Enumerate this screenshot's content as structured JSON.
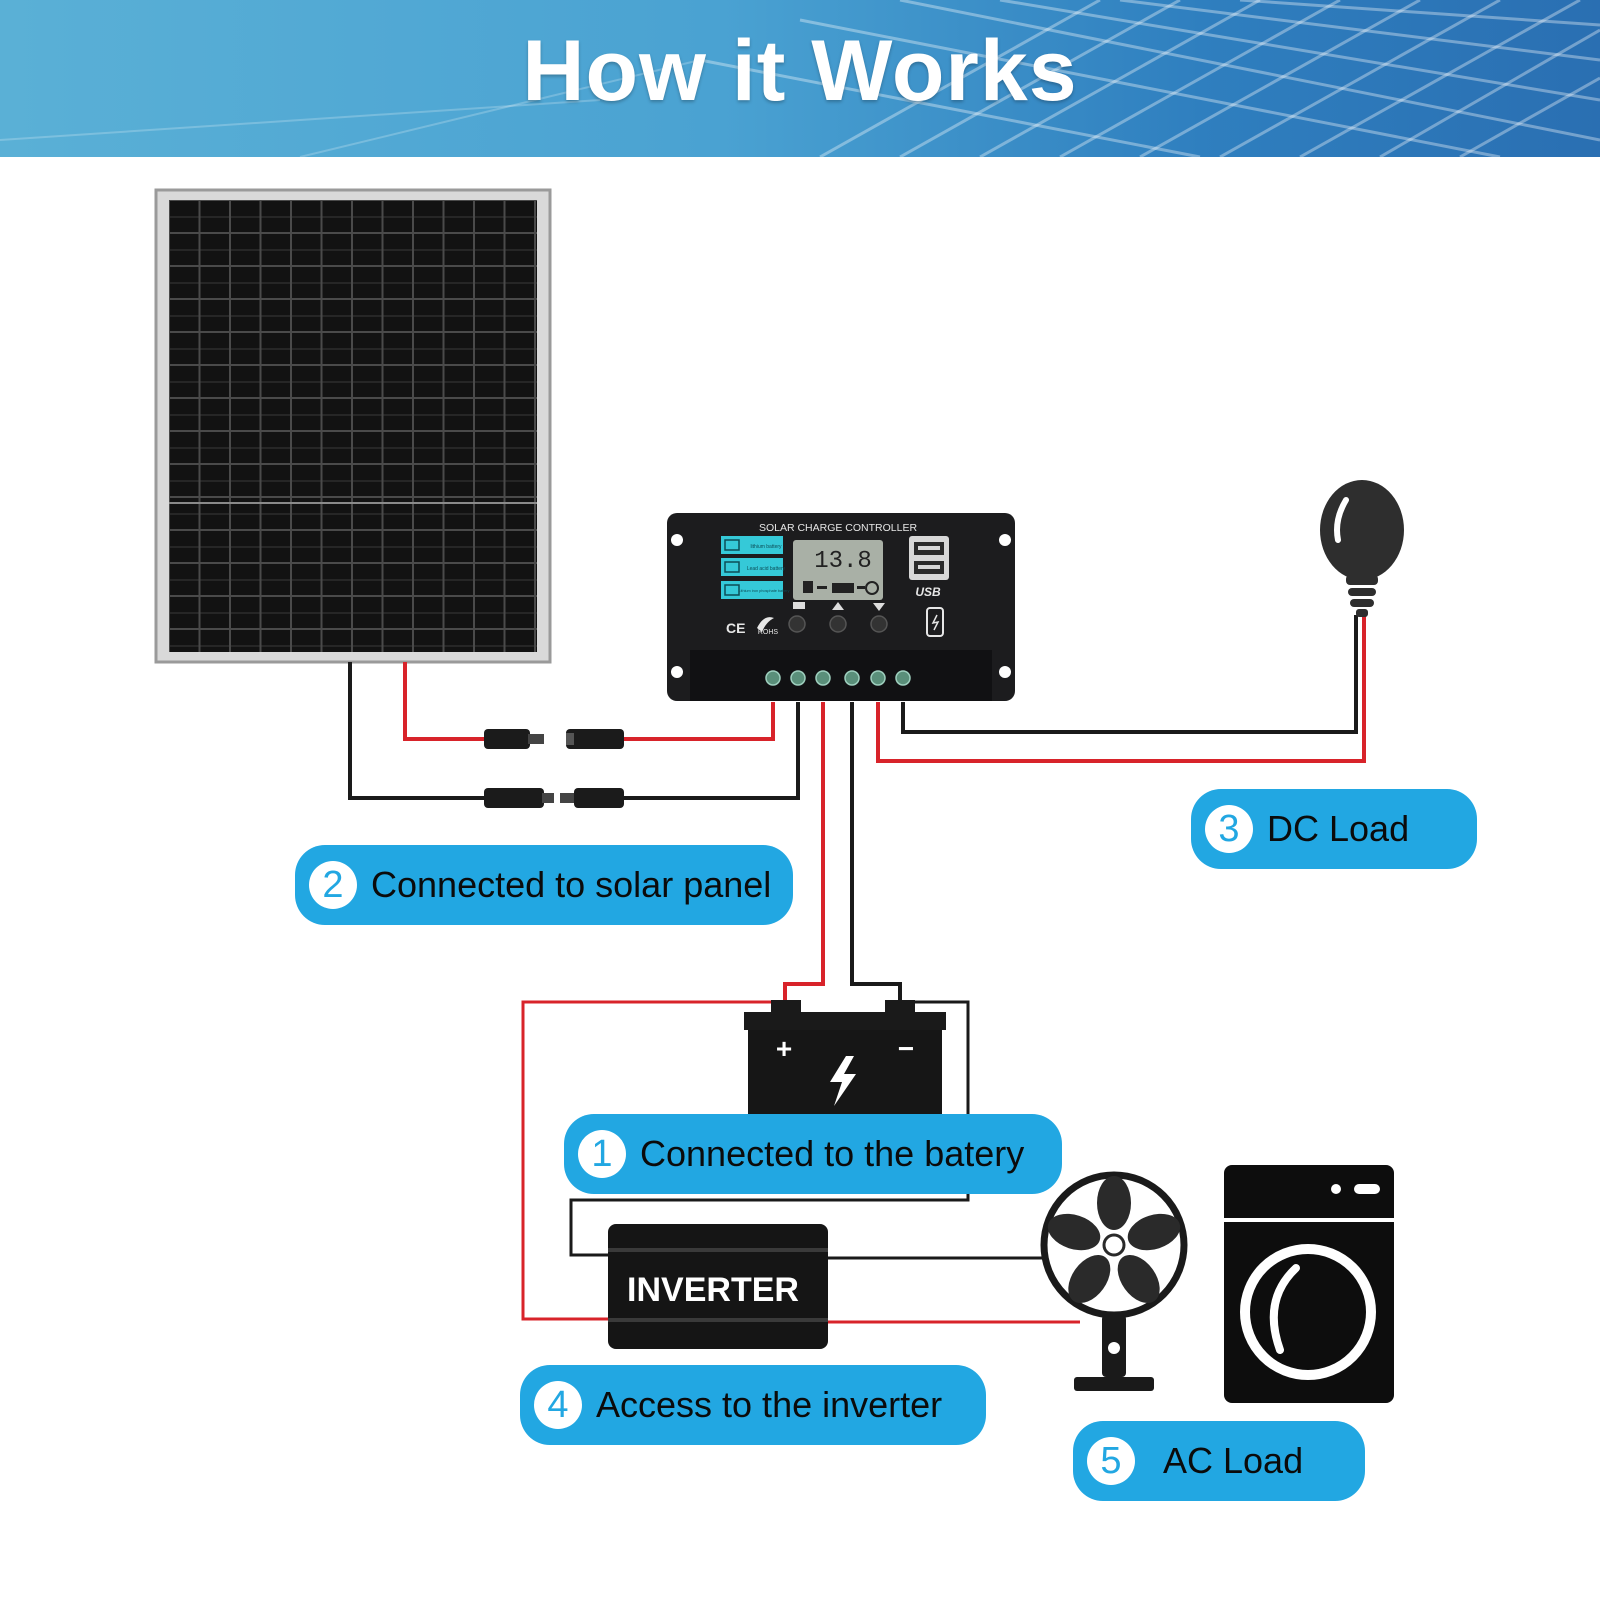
{
  "header": {
    "title": "How it Works"
  },
  "controller": {
    "name": "SOLAR CHARGE CONTROLLER",
    "reading": "13.8",
    "battery_types": [
      "lithium battery",
      "Lead acid battery",
      "Lithium iron phosphate battery"
    ],
    "usb_label": "USB",
    "cert_labels": [
      "CE",
      "ROHS"
    ]
  },
  "battery": {
    "plus": "+",
    "minus": "−"
  },
  "inverter": {
    "label": "INVERTER"
  },
  "steps": [
    {
      "number": "1",
      "label": "Connected to the batery"
    },
    {
      "number": "2",
      "label": "Connected to solar panel"
    },
    {
      "number": "3",
      "label": "DC Load"
    },
    {
      "number": "4",
      "label": "Access to the inverter"
    },
    {
      "number": "5",
      "label": "AC Load"
    }
  ],
  "colors": {
    "header_blue": "#4aa2d2",
    "pill_blue": "#22a7e2",
    "wire_red": "#d8232a",
    "wire_black": "#1a1a1a",
    "lcd_cyan": "#35c9d8"
  }
}
